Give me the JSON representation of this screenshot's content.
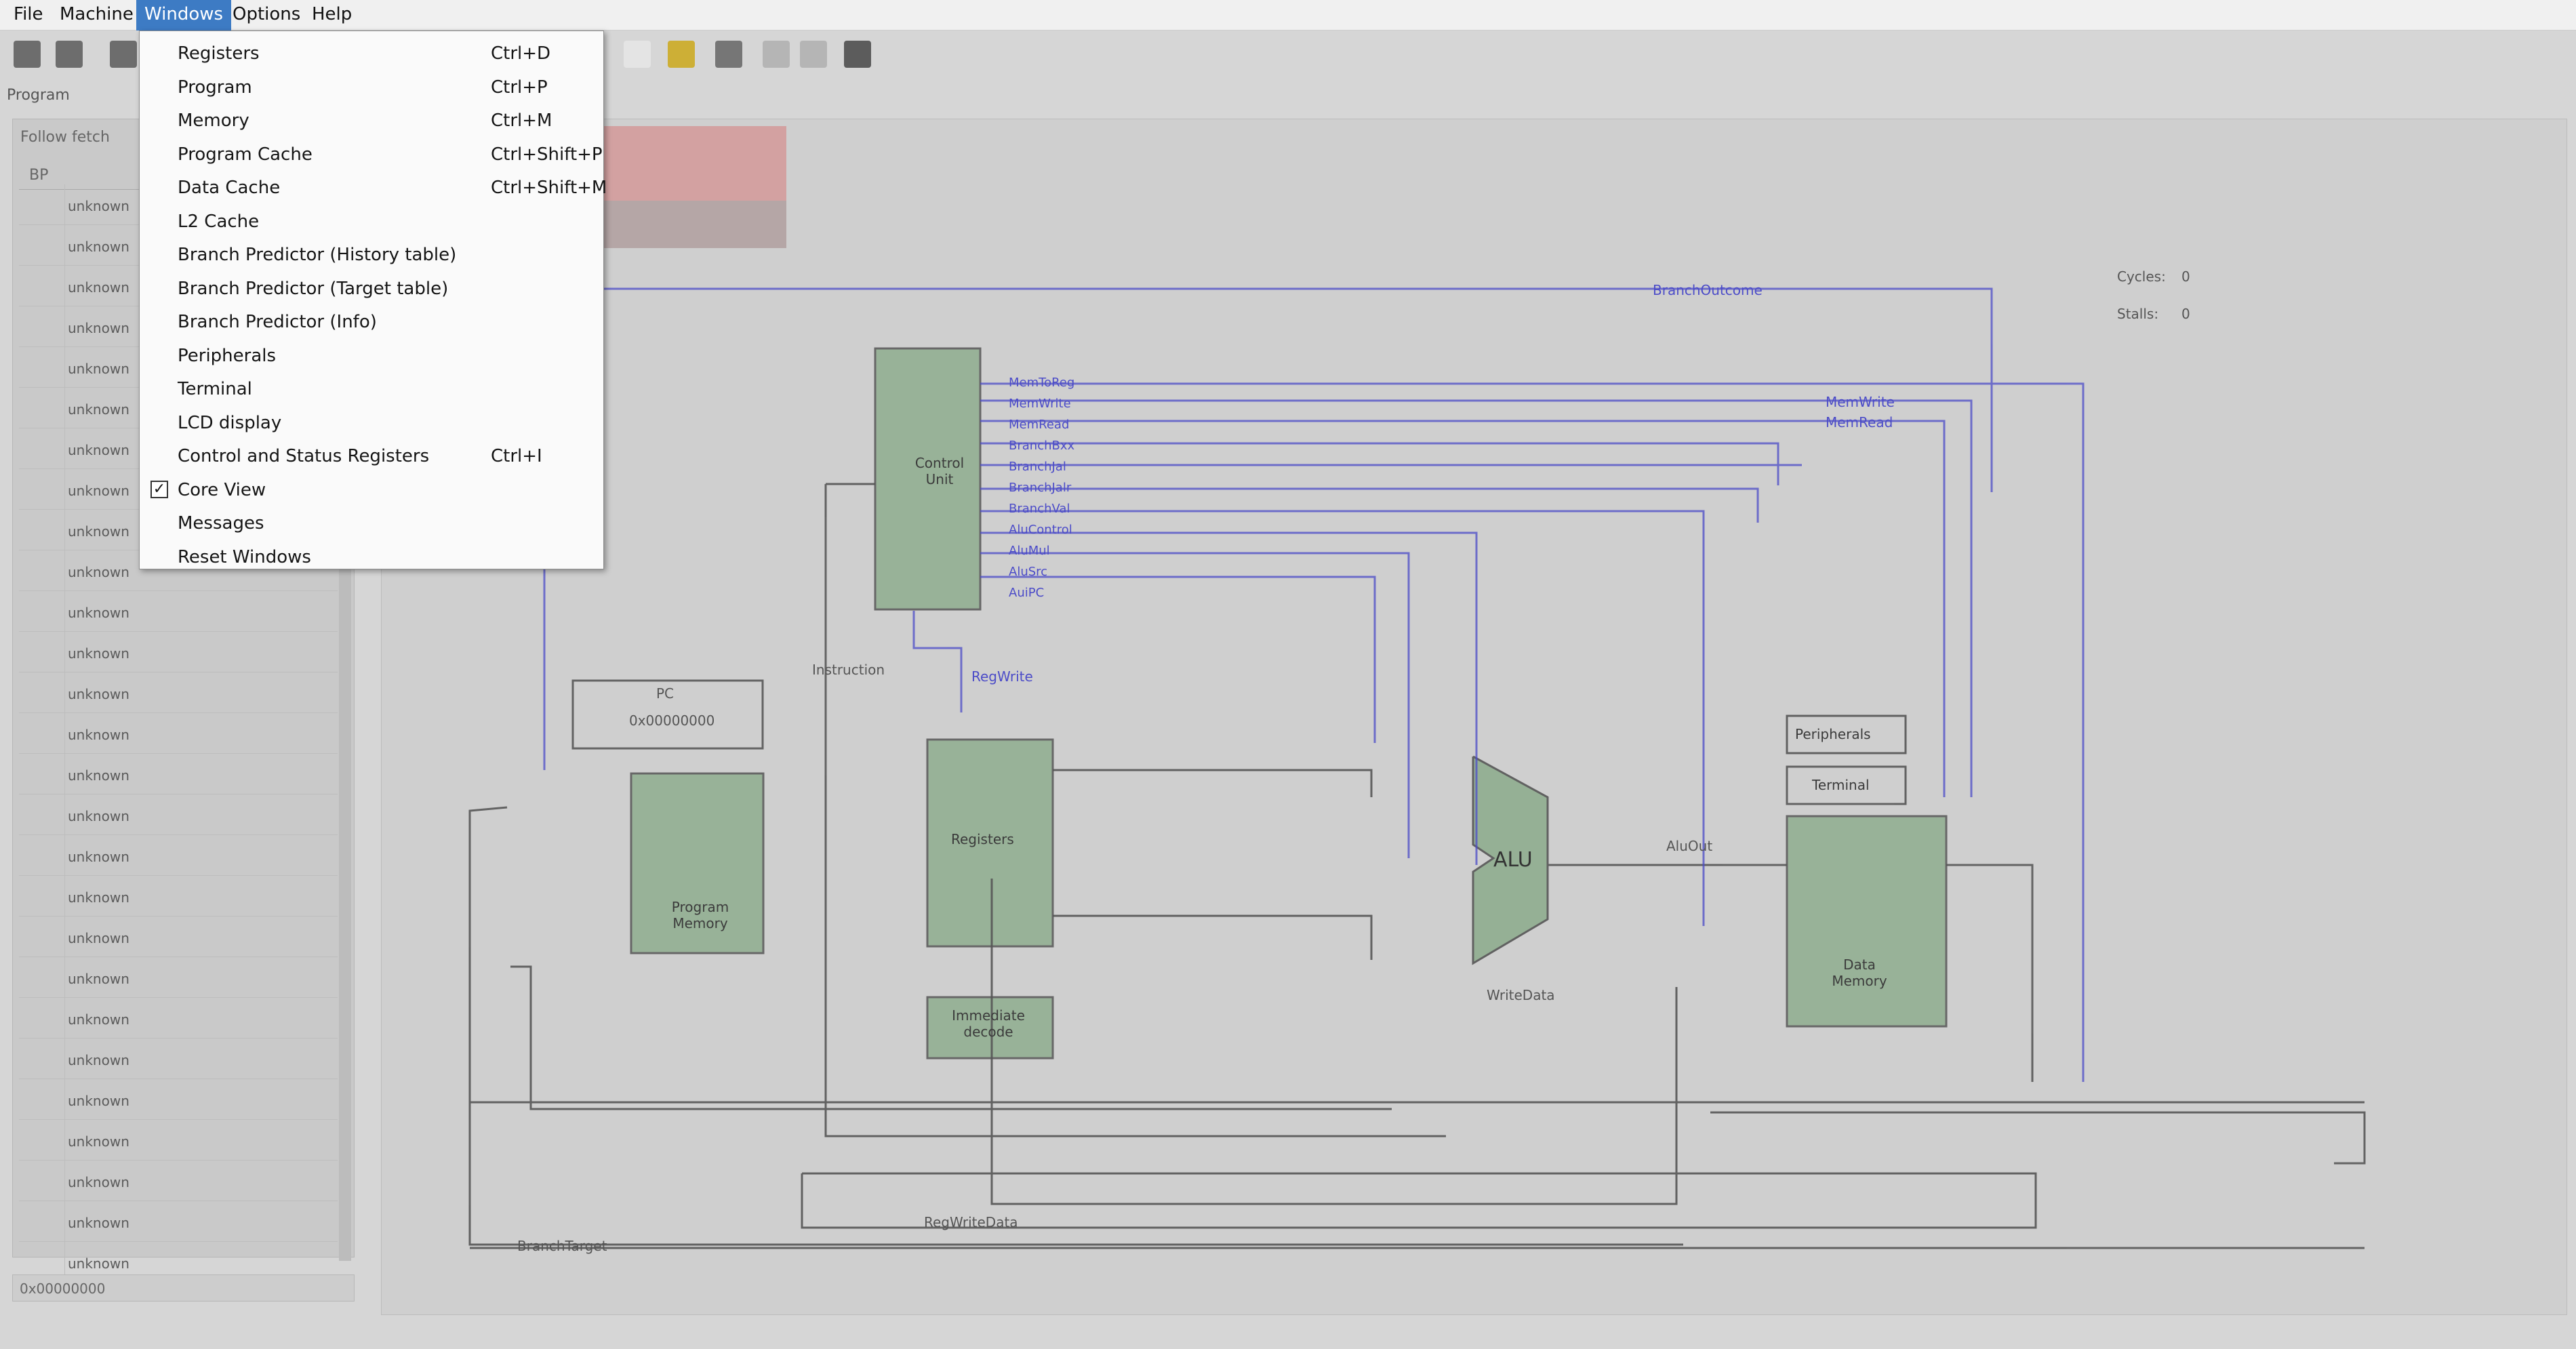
{
  "menubar": {
    "items": [
      {
        "label": "File"
      },
      {
        "label": "Machine"
      },
      {
        "label": "Windows"
      },
      {
        "label": "Options"
      },
      {
        "label": "Help"
      }
    ]
  },
  "windows_menu": {
    "items": [
      {
        "label": "Registers",
        "shortcut": "Ctrl+D",
        "checked": false
      },
      {
        "label": "Program",
        "shortcut": "Ctrl+P",
        "checked": false
      },
      {
        "label": "Memory",
        "shortcut": "Ctrl+M",
        "checked": false
      },
      {
        "label": "Program Cache",
        "shortcut": "Ctrl+Shift+P",
        "checked": false
      },
      {
        "label": "Data Cache",
        "shortcut": "Ctrl+Shift+M",
        "checked": false
      },
      {
        "label": "L2 Cache",
        "shortcut": "",
        "checked": false
      },
      {
        "label": "Branch Predictor (History table)",
        "shortcut": "",
        "checked": false
      },
      {
        "label": "Branch Predictor (Target table)",
        "shortcut": "",
        "checked": false
      },
      {
        "label": "Branch Predictor (Info)",
        "shortcut": "",
        "checked": false
      },
      {
        "label": "Peripherals",
        "shortcut": "",
        "checked": false
      },
      {
        "label": "Terminal",
        "shortcut": "",
        "checked": false
      },
      {
        "label": "LCD display",
        "shortcut": "",
        "checked": false
      },
      {
        "label": "Control and Status Registers",
        "shortcut": "Ctrl+I",
        "checked": false
      },
      {
        "label": "Core View",
        "shortcut": "",
        "checked": true
      },
      {
        "label": "Messages",
        "shortcut": "",
        "checked": false
      },
      {
        "label": "Reset Windows",
        "shortcut": "",
        "checked": false
      }
    ]
  },
  "program_panel": {
    "title": "Program",
    "follow": "Follow fetch",
    "col_bp": "BP",
    "rows": [
      "unknown",
      "unknown",
      "unknown",
      "unknown",
      "unknown",
      "unknown",
      "unknown",
      "unknown",
      "unknown",
      "unknown",
      "unknown",
      "unknown",
      "unknown",
      "unknown",
      "unknown",
      "unknown",
      "unknown",
      "unknown",
      "unknown",
      "unknown",
      "unknown",
      "unknown",
      "unknown",
      "unknown",
      "unknown",
      "unknown",
      "unknown"
    ],
    "status": "0x00000000"
  },
  "core_view": {
    "cycles_label": "Cycles:",
    "cycles_value": "0",
    "stalls_label": "Stalls:",
    "stalls_value": "0",
    "blocks": {
      "control_unit": "Control Unit",
      "registers": "Registers",
      "program_memory": "Program Memory",
      "immediate_decode": "Immediate decode",
      "alu": "ALU",
      "data_memory": "Data Memory",
      "peripherals": "Peripherals",
      "terminal": "Terminal",
      "pc": "PC",
      "pc_value": "0x00000000",
      "instruction": "Instruction",
      "reg_write": "RegWrite",
      "branch_outcome": "BranchOutcome",
      "mem_write": "MemWrite",
      "mem_read": "MemRead",
      "alu_out": "AluOut",
      "write_data": "WriteData",
      "reg_write_data": "RegWriteData",
      "branch_target": "BranchTarget"
    },
    "signals": [
      "MemToReg",
      "MemWrite",
      "MemRead",
      "BranchBxx",
      "BranchJal",
      "BranchJalr",
      "BranchVal",
      "AluControl",
      "AluMul",
      "AluSrc",
      "AuiPC"
    ]
  }
}
